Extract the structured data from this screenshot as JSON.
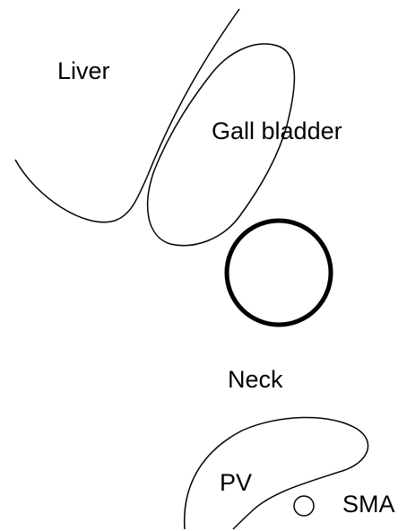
{
  "labels": {
    "liver": "Liver",
    "gall_bladder": "Gall bladder",
    "neck": "Neck",
    "pv": "PV",
    "sma": "SMA"
  },
  "colors": {
    "stroke": "#000000",
    "background": "#ffffff"
  }
}
